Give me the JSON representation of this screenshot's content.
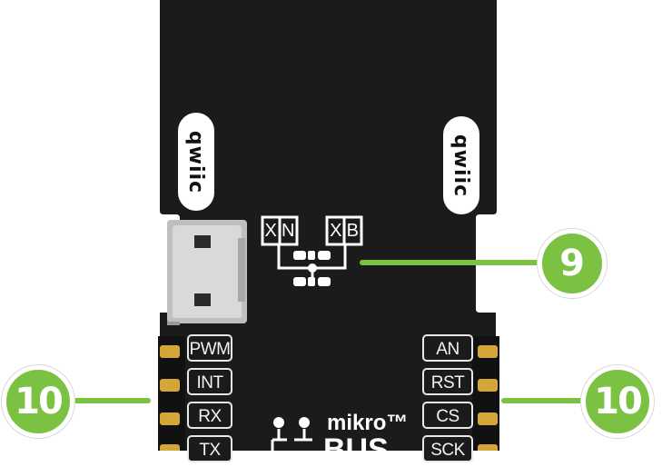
{
  "board": {
    "qwiic_logo_text": "qwiic",
    "jumper_labels": [
      "X|N",
      "X|B"
    ],
    "mikro_text": "mikro™",
    "bus_text": "BUS"
  },
  "left_pins": [
    "PWM",
    "INT",
    "RX",
    "TX"
  ],
  "right_pins": [
    "AN",
    "RST",
    "CS",
    "SCK"
  ],
  "callouts": {
    "c9": "9",
    "c10_left": "10",
    "c10_right": "10"
  },
  "colors": {
    "pcb": "#1b1b1b",
    "accent": "#7cc242",
    "header_pin": "#d4a63a"
  }
}
